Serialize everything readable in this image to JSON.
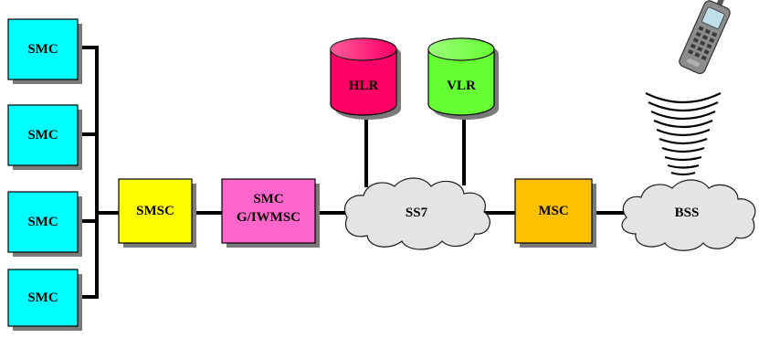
{
  "diagram": {
    "smc_terminals": [
      "SMC",
      "SMC",
      "SMC",
      "SMC"
    ],
    "nodes": {
      "smsc": {
        "label": "SMSC",
        "color": "#FFFF00"
      },
      "gateway": {
        "line1": "SMC",
        "line2": "G/IWMSC",
        "color": "#FF66CC"
      },
      "ss7": {
        "label": "SS7"
      },
      "hlr": {
        "label": "HLR",
        "color": "#FF0066"
      },
      "vlr": {
        "label": "VLR",
        "color": "#66FF33"
      },
      "msc": {
        "label": "MSC",
        "color": "#FFC000"
      },
      "bss": {
        "label": "BSS"
      }
    },
    "colors": {
      "smc_box": "#00FFFF",
      "shadow": "#7A7A7A",
      "cloud": "#E4E4E4"
    },
    "icons": [
      "mobile-phone-icon",
      "radio-waves-icon"
    ]
  }
}
